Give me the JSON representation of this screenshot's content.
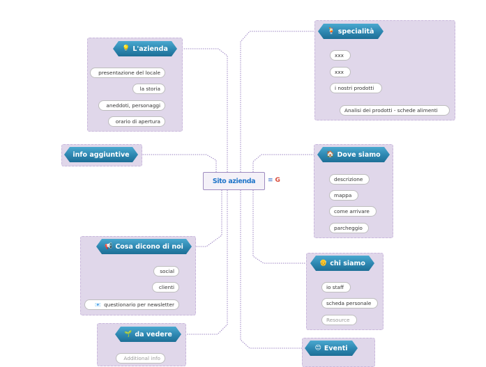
{
  "center": {
    "title": "Sito azienda",
    "menu_icon": "≡",
    "g_icon": "G"
  },
  "branches": {
    "azienda": {
      "label": "L'azienda",
      "icon": "lightbulb-icon",
      "glyph": "💡",
      "items": [
        "presentazione del locale",
        "la storia",
        "aneddoti, personaggi",
        "orario di apertura"
      ]
    },
    "info": {
      "label": "info aggiuntive"
    },
    "cosa_dicono": {
      "label": "Cosa dicono di noi",
      "icon": "megaphone-icon",
      "glyph": "📢",
      "items": [
        "social",
        "clienti",
        "questionario per newsletter"
      ],
      "item_icon_glyph": "📧"
    },
    "da_vedere": {
      "label": "da vedere",
      "icon": "leaf-icon",
      "glyph": "🌱",
      "items": [
        "Additional info"
      ]
    },
    "specialita": {
      "label": "specialità",
      "icon": "cocktail-icon",
      "glyph": "🍹",
      "items": [
        "xxx",
        "xxx",
        "i nostri prodotti"
      ],
      "subitem": "Analisi dei prodotti - schede alimenti"
    },
    "dove_siamo": {
      "label": "Dove siamo",
      "icon": "house-icon",
      "glyph": "🏠",
      "items": [
        "descrizione",
        "mappa",
        "come arrivare",
        "parcheggio"
      ]
    },
    "chi_siamo": {
      "label": "chi siamo",
      "icon": "person-icon",
      "glyph": "👴",
      "items": [
        "io staff",
        "scheda personale",
        "Resource"
      ]
    },
    "eventi": {
      "label": "Eventi",
      "icon": "smiley-icon",
      "glyph": "😊"
    }
  },
  "colors": {
    "node": "#2d86b0",
    "panel": "#e0d7ea",
    "connector": "#9e8bbf",
    "title": "#1f75c9"
  }
}
